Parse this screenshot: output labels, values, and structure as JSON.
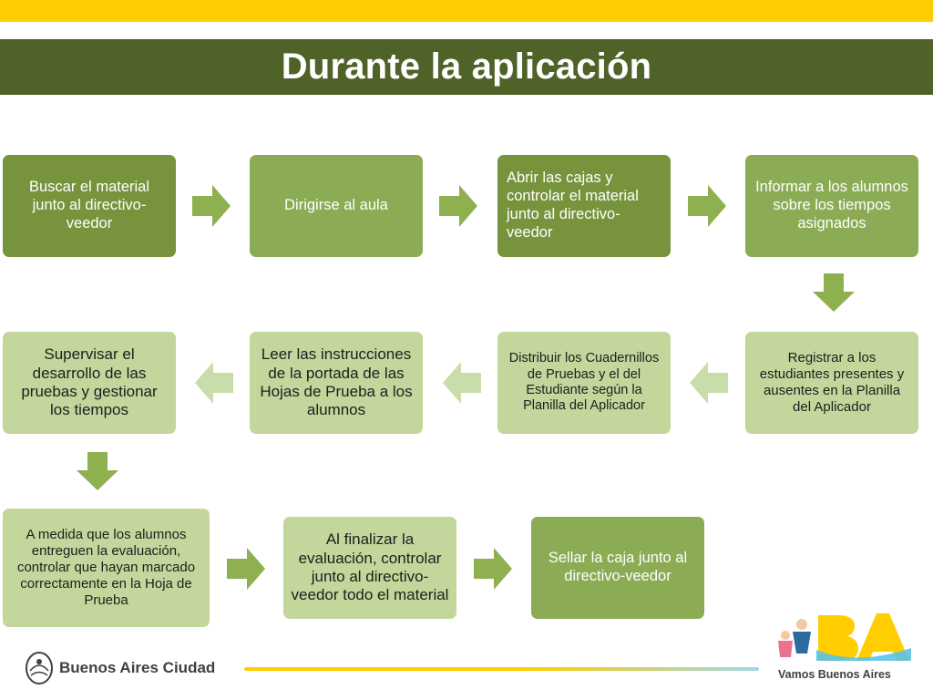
{
  "slide": {
    "title": "Durante la aplicación"
  },
  "steps": [
    {
      "text": "Buscar el material junto al directivo-veedor"
    },
    {
      "text": "Dirigirse al aula"
    },
    {
      "text": "Abrir las cajas y controlar el material junto al directivo-veedor"
    },
    {
      "text": "Informar a los alumnos sobre los tiempos asignados"
    },
    {
      "text": "Registrar a los estudiantes presentes y ausentes en la Planilla del Aplicador"
    },
    {
      "text": "Distribuir los Cuadernillos de Pruebas y el del Estudiante según la Planilla del Aplicador"
    },
    {
      "text": "Leer las instrucciones de la portada de las Hojas de Prueba a los alumnos"
    },
    {
      "text": "Supervisar el desarrollo de las pruebas  y gestionar los tiempos"
    },
    {
      "text": "A medida que los alumnos entreguen la evaluación, controlar que hayan marcado correctamente en la Hoja de Prueba"
    },
    {
      "text": "Al finalizar la evaluación, controlar junto al directivo-veedor todo el material"
    },
    {
      "text": "Sellar la caja junto al directivo-veedor"
    }
  ],
  "footer": {
    "left_logo_text": "Buenos Aires Ciudad",
    "right_logo_text": "Vamos Buenos Aires"
  },
  "colors": {
    "top_bar": "#ffcd00",
    "title_bar": "#4f6228",
    "box_dark": "#77933c",
    "box_mid": "#8bab55",
    "box_light": "#c3d69b",
    "arrow_mid": "#8eb04f",
    "arrow_light": "#c9ddab"
  }
}
